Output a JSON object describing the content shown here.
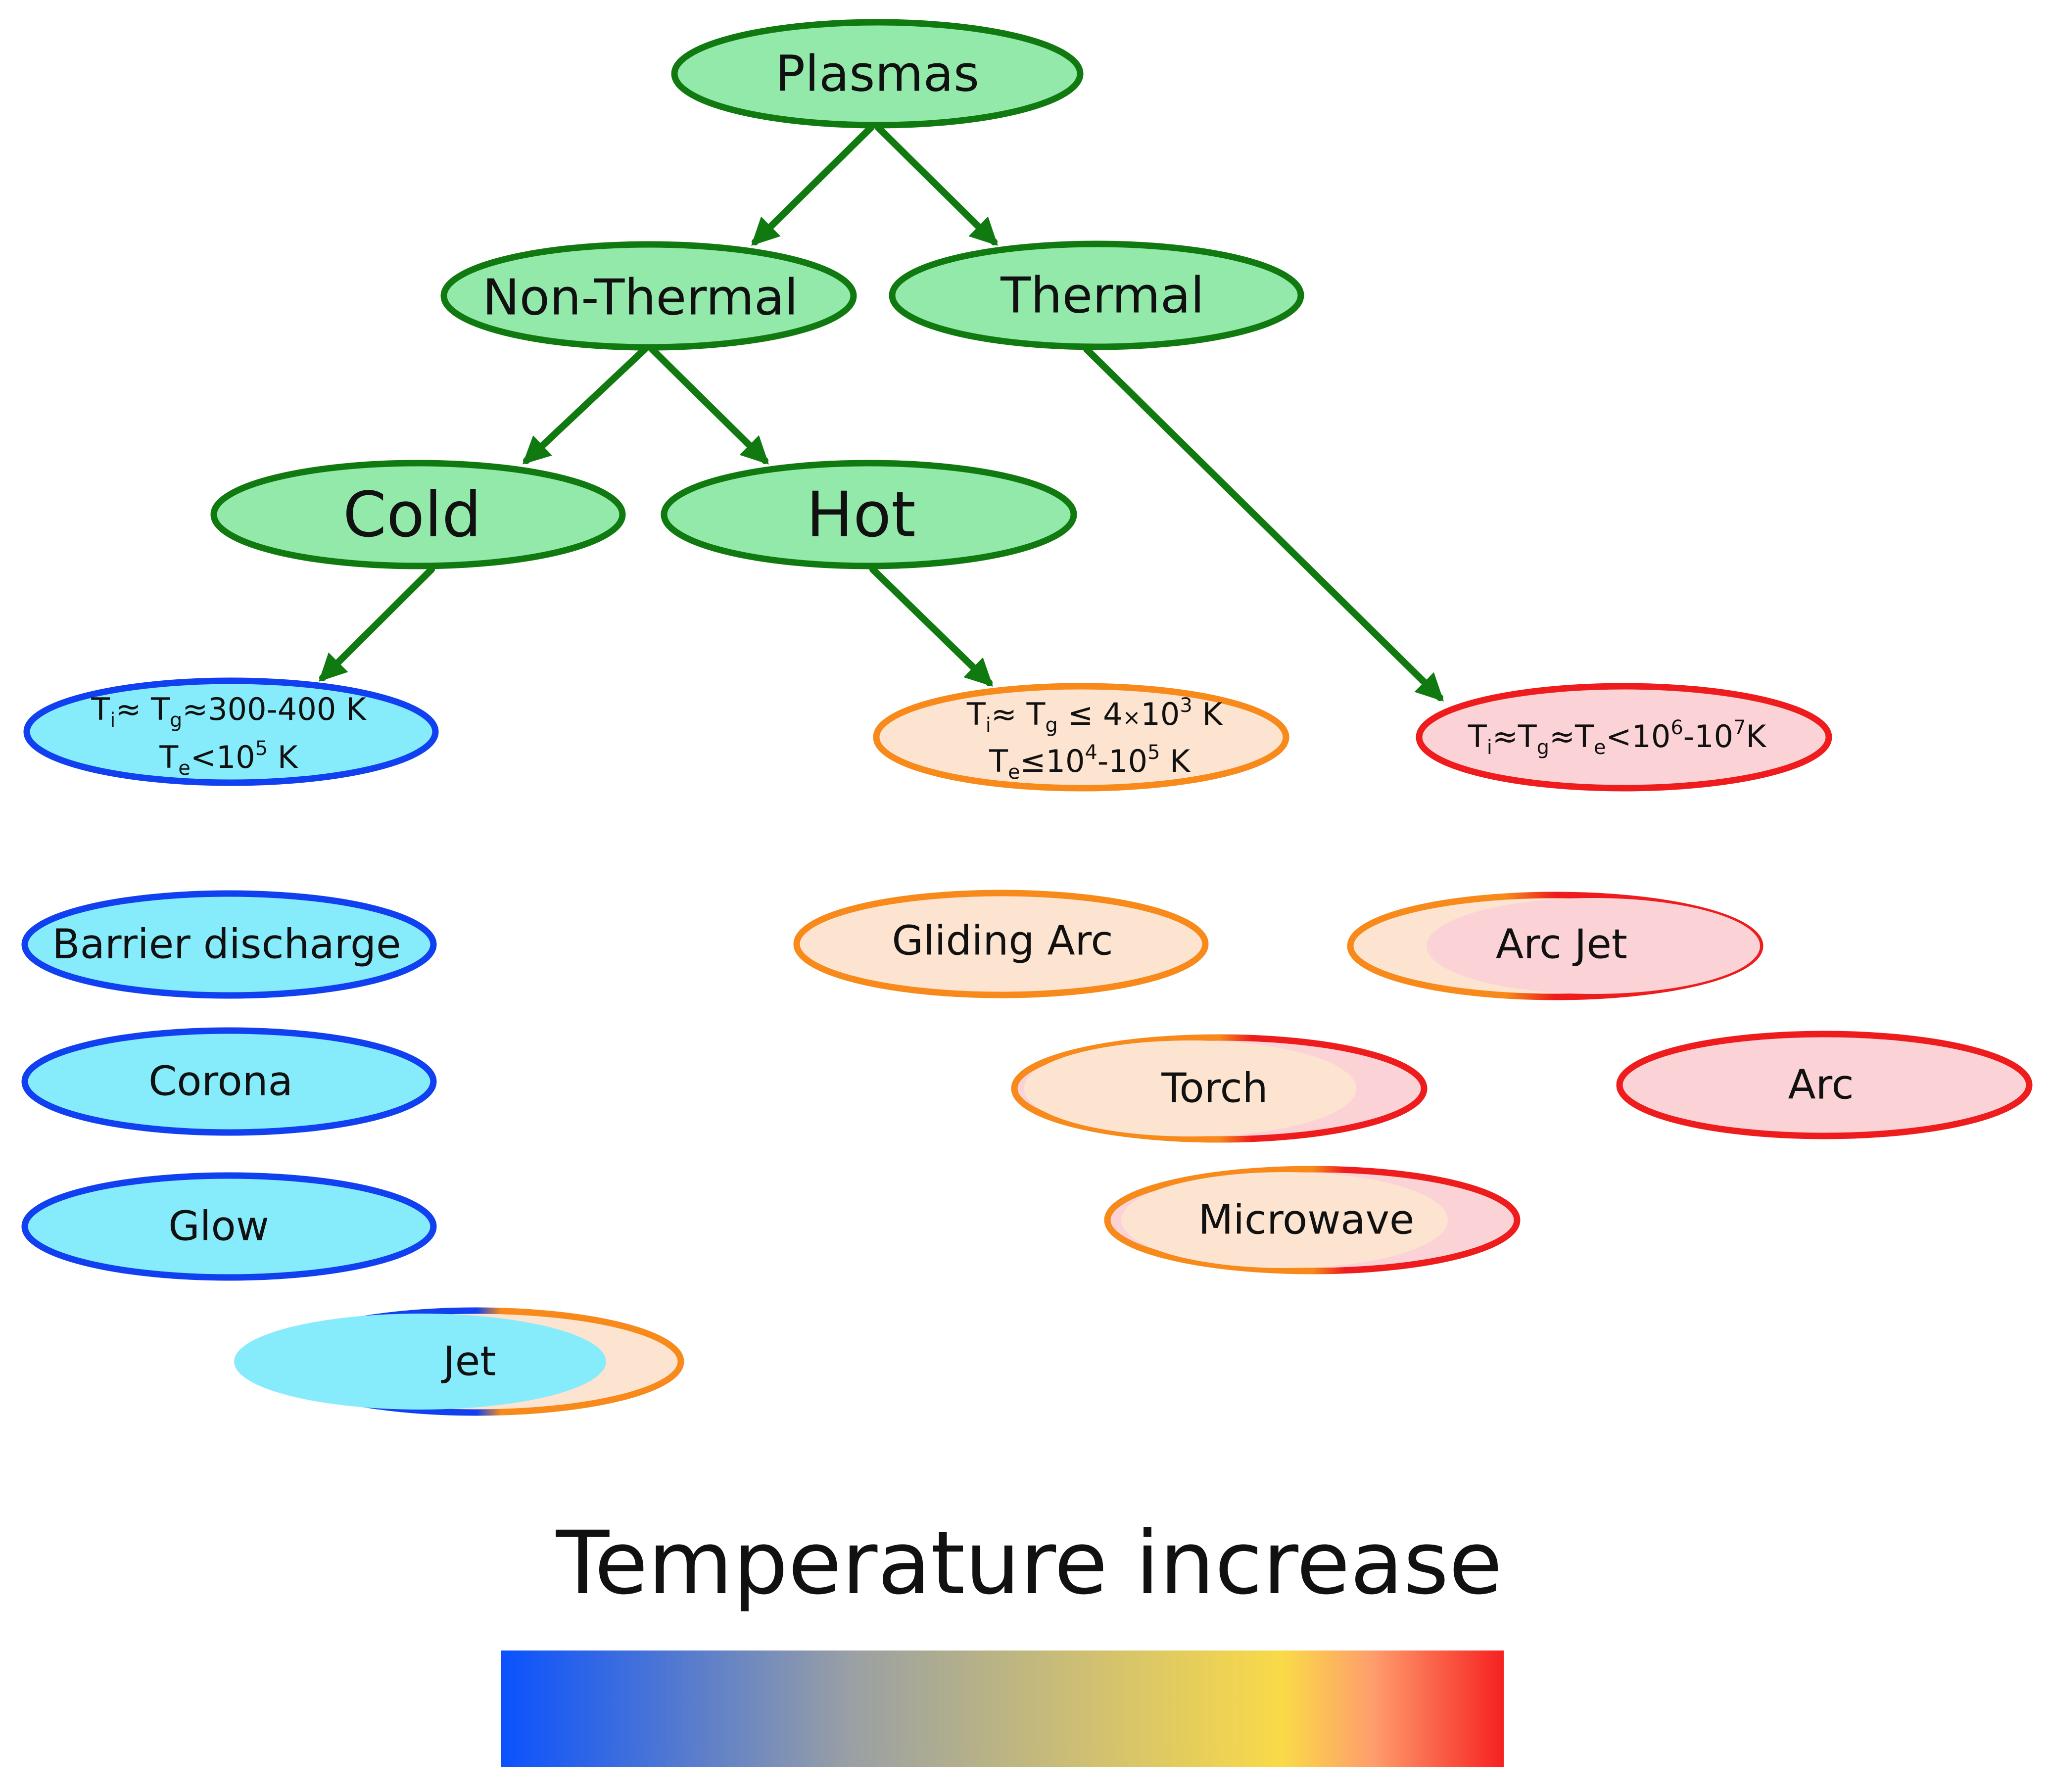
{
  "colors": {
    "tree_fill": "#92e9aa",
    "tree_stroke": "#107a10",
    "arrow": "#107a10",
    "cold_fill": "#86ecfc",
    "cold_stroke": "#1040f0",
    "hot_fill": "#fde4d0",
    "hot_stroke": "#f78a1a",
    "thermal_fill": "#fbd3d6",
    "thermal_stroke": "#ee1c1c",
    "gradient": [
      "#0a52fe",
      "#9aa0a4",
      "#fada48",
      "#fe9d6c",
      "#f62121"
    ]
  },
  "tree": {
    "root": "Plasmas",
    "non_thermal": "Non-Thermal",
    "thermal": "Thermal",
    "cold": "Cold",
    "hot": "Hot"
  },
  "conditions": {
    "cold": {
      "line1": {
        "t1": "T",
        "s1": "i",
        "t2": "≈ T",
        "s2": "g",
        "t3": "≈300-400 K"
      },
      "line2": {
        "t1": "T",
        "s1": "e",
        "t2": "<10",
        "p1": "5",
        "t3": " K"
      }
    },
    "hot": {
      "line1": {
        "t1": "T",
        "s1": "i",
        "t2": "≈ T",
        "s2": "g",
        "t3": " ≤ 4",
        "mul": "×",
        "t4": "10",
        "p1": "3",
        "t5": " K"
      },
      "line2": {
        "t1": "T",
        "s1": "e",
        "t2": "≤10",
        "p1": "4",
        "t3": "-10",
        "p2": "5",
        "t4": " K"
      }
    },
    "thermal": {
      "line1": {
        "t1": "T",
        "s1": "i",
        "t2": "≈T",
        "s2": "g",
        "t3": "≈T",
        "s3": "e",
        "t4": "<10",
        "p1": "6",
        "t5": "-10",
        "p2": "7",
        "t6": "K"
      }
    }
  },
  "types": {
    "barrier_discharge": "Barrier discharge",
    "corona": "Corona",
    "glow": "Glow",
    "jet": "Jet",
    "gliding_arc": "Gliding Arc",
    "torch": "Torch",
    "microwave": "Microwave",
    "arc_jet": "Arc Jet",
    "arc": "Arc"
  },
  "legend": {
    "title": "Temperature increase"
  }
}
